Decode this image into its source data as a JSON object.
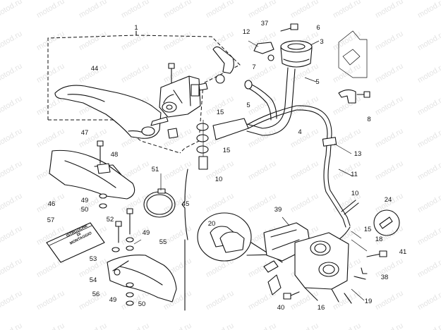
{
  "watermark": {
    "text": "motod.ru"
  },
  "booklet": {
    "line1": "ISTRUZIONE",
    "line2": "DI",
    "line3": "MONTAGGIO"
  },
  "callouts": [
    "1",
    "37",
    "6",
    "12",
    "3",
    "44",
    "7",
    "5",
    "15",
    "5",
    "4",
    "8",
    "47",
    "15",
    "48",
    "13",
    "51",
    "11",
    "10",
    "10",
    "24",
    "46",
    "49",
    "45",
    "50",
    "39",
    "57",
    "52",
    "15",
    "49",
    "20",
    "55",
    "18",
    "41",
    "53",
    "54",
    "38",
    "56",
    "19",
    "49",
    "50",
    "40",
    "16"
  ]
}
